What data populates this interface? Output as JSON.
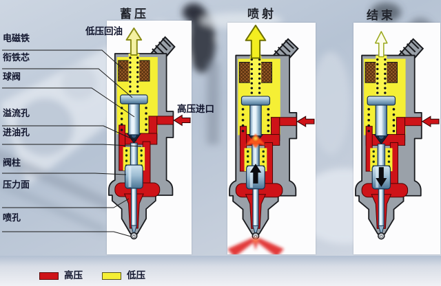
{
  "stages": [
    {
      "id": "accumulation",
      "title": "蓄压"
    },
    {
      "id": "injection",
      "title": "喷射"
    },
    {
      "id": "end",
      "title": "结束"
    }
  ],
  "flow_labels": {
    "low_pressure_return": "低压回油",
    "high_pressure_inlet": "高压进口"
  },
  "part_labels": [
    "电磁铁",
    "衔铁芯",
    "球阀",
    "溢流孔",
    "进油孔",
    "阀柱",
    "压力面",
    "喷孔"
  ],
  "legend": [
    {
      "label": "高压",
      "color": "#ce1318"
    },
    {
      "label": "低压",
      "color": "#f5ef35"
    }
  ],
  "colors": {
    "high_pressure": "#ce1318",
    "low_pressure": "#f5ef35",
    "injector_body": "#9aa1a9",
    "coil": "#9b5d28",
    "valve_steel": "#6f93b0"
  },
  "icons": {
    "return_flow": "up-arrow-icon",
    "inlet_flow": "left-arrow-icon"
  }
}
